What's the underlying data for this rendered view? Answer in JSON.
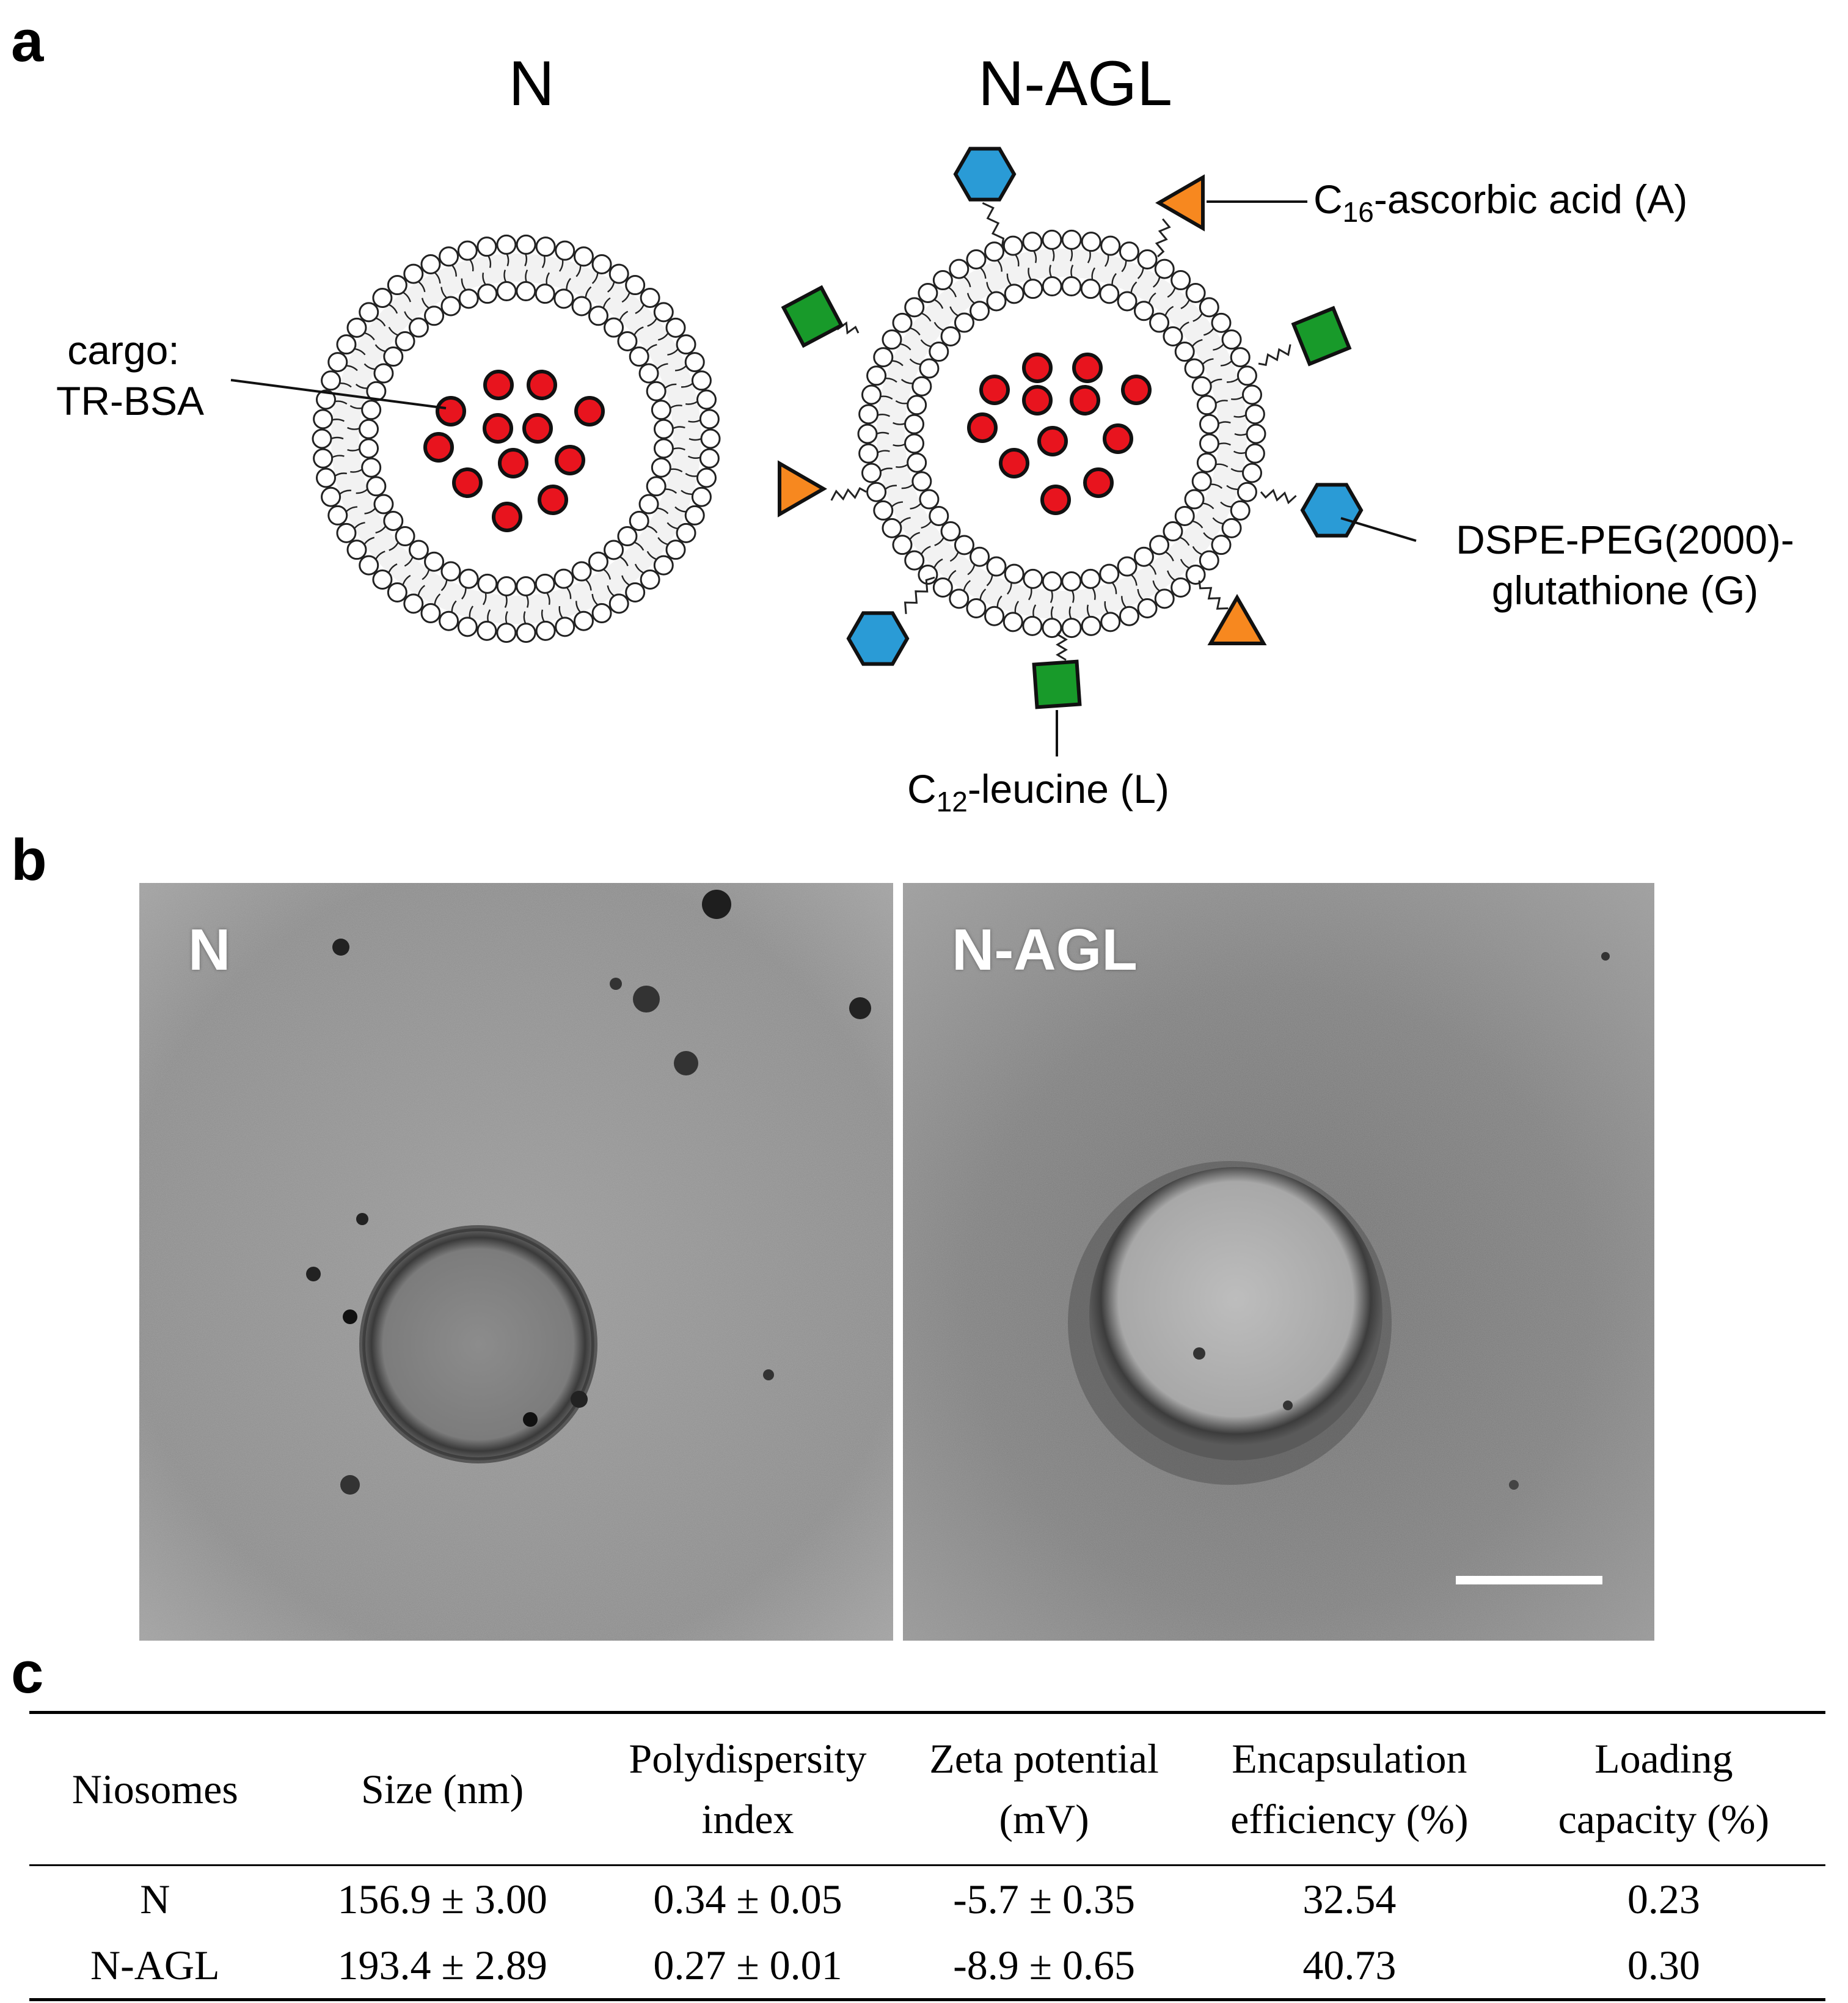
{
  "panel_a": {
    "letter": "a",
    "title_left": "N",
    "title_right": "N-AGL",
    "cargo_label_line1": "cargo:",
    "cargo_label_line2": "TR-BSA",
    "ascorbic_prefix": "C",
    "ascorbic_sub": "16",
    "ascorbic_suffix": "-ascorbic acid (A)",
    "peg_line1": "DSPE-PEG(2000)-",
    "peg_line2": "glutathione (G)",
    "leucine_prefix": "C",
    "leucine_sub": "12",
    "leucine_suffix": "-leucine (L)",
    "colors": {
      "cargo_red": "#e8141e",
      "ascorbic_orange": "#f7881f",
      "glutathione_blue": "#2a9bd6",
      "leucine_green": "#189a2a"
    }
  },
  "panel_b": {
    "letter": "b",
    "left_label": "N",
    "right_label": "N-AGL"
  },
  "panel_c": {
    "letter": "c",
    "headers": [
      [
        "Niosomes"
      ],
      [
        "Size (nm)"
      ],
      [
        "Polydispersity",
        "index"
      ],
      [
        "Zeta potential",
        "(mV)"
      ],
      [
        "Encapsulation",
        "efficiency  (%)"
      ],
      [
        "Loading",
        "capacity (%)"
      ]
    ],
    "rows": [
      [
        "N",
        "156.9 ± 3.00",
        "0.34 ± 0.05",
        "-5.7 ± 0.35",
        "32.54",
        "0.23"
      ],
      [
        "N-AGL",
        "193.4 ± 2.89",
        "0.27 ± 0.01",
        "-8.9 ± 0.65",
        "40.73",
        "0.30"
      ]
    ]
  }
}
